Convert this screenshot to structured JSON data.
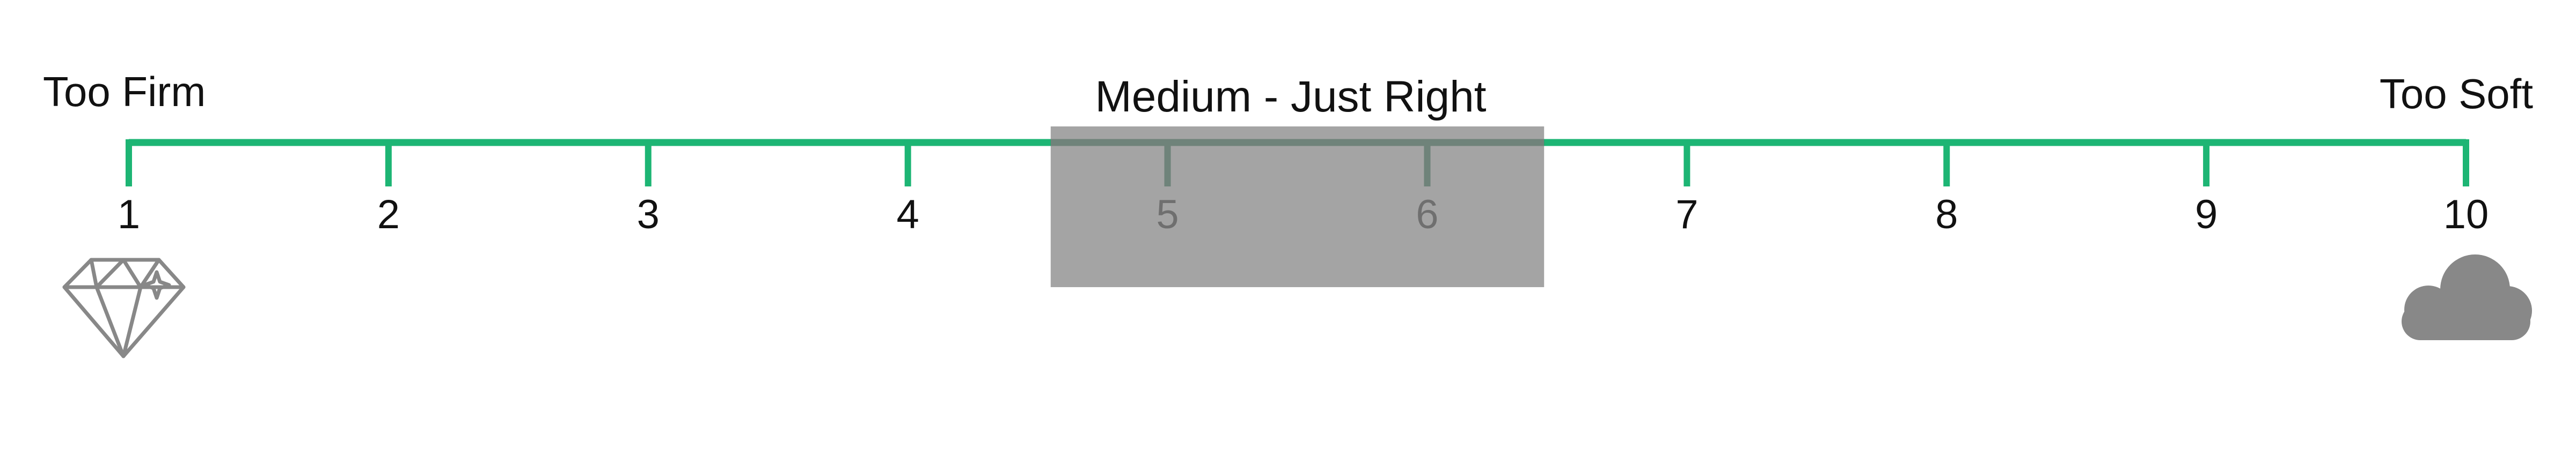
{
  "scale": {
    "left_label": "Too Firm",
    "right_label": "Too Soft",
    "highlight_label": "Medium - Just Right",
    "ticks": [
      1,
      2,
      3,
      4,
      5,
      6,
      7,
      8,
      9,
      10
    ],
    "tick_labels": [
      "1",
      "2",
      "3",
      "4",
      "5",
      "6",
      "7",
      "8",
      "9",
      "10"
    ],
    "highlight_range": [
      4.55,
      6.45
    ],
    "left_icon": "diamond-icon",
    "right_icon": "cloud-icon"
  },
  "colors": {
    "line": "#1db574",
    "line_dark": "#0f6b3f",
    "highlight": "#8a8a8a",
    "icon": "#888888",
    "text": "#111111"
  }
}
